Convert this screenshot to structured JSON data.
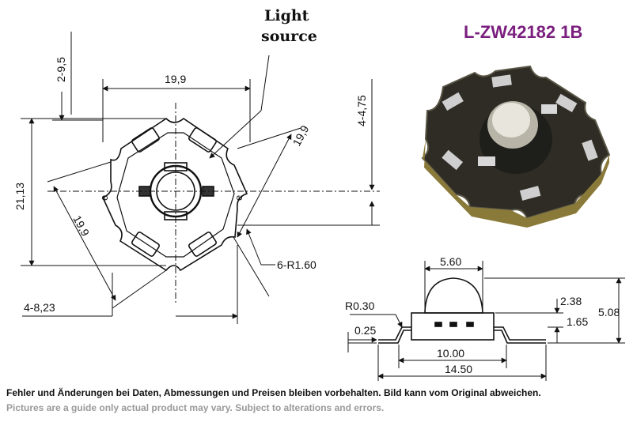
{
  "product": {
    "part_number": "L-ZW42182 1B",
    "colors": {
      "part_number": "#7b1f7e",
      "board": "#2b2b22",
      "lens": "#e8e6dc"
    }
  },
  "callout": {
    "line1": "Light",
    "line2": "source"
  },
  "star_drawing": {
    "dim_top_offset": "2-9,5",
    "dim_width": "19,9",
    "dim_side_right": "19,9",
    "dim_side_left": "19,9",
    "dim_height": "21,13",
    "dim_right_offset": "4-4,75",
    "dim_bottom_offset": "4-8,23",
    "dim_radius": "6-R1.60"
  },
  "side_view": {
    "dim_lens_width": "5.60",
    "dim_radius": "R0.30",
    "dim_lead_thickness": "0.25",
    "dim_height_2": "2.38",
    "dim_height_3": "1.65",
    "dim_total_height": "5.08",
    "dim_body_width": "10.00",
    "dim_total_width": "14.50"
  },
  "footer": {
    "line_de": "Fehler und Änderungen bei Daten, Abmessungen und Preisen bleiben vorbehalten. Bild kann vom Original abweichen.",
    "line_en": "Pictures are a guide only actual product may vary. Subject to alterations and errors."
  }
}
